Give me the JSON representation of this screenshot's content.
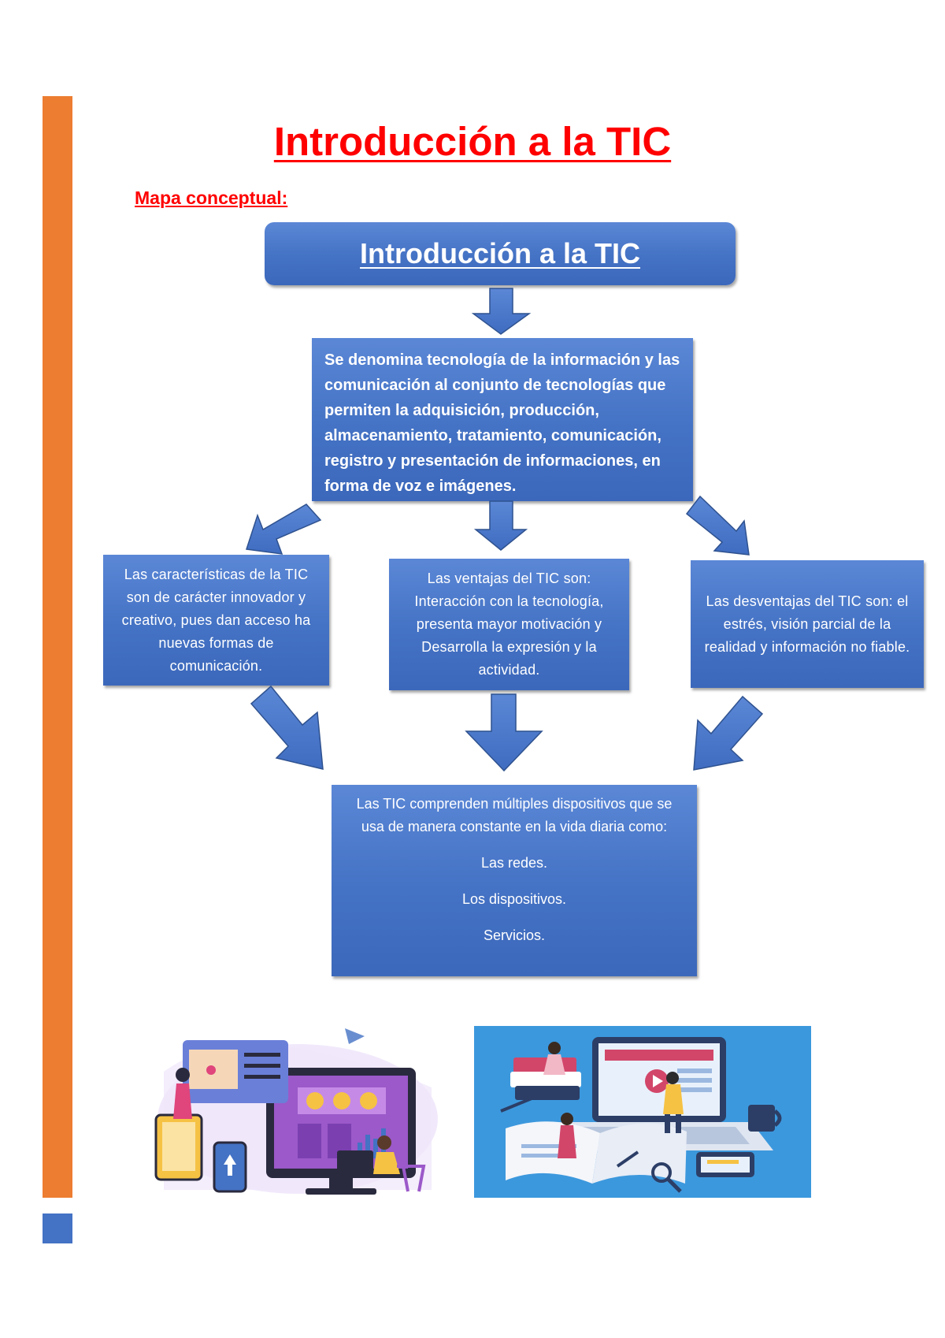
{
  "page": {
    "title": "Introducción a la TIC",
    "subtitle": "Mapa conceptual:"
  },
  "concept_map": {
    "root": "Introducción a la TIC",
    "definition": "Se denomina tecnología de la información y las comunicación al conjunto de tecnologías que permiten la adquisición, producción, almacenamiento, tratamiento, comunicación, registro y presentación de informaciones, en forma de voz e imágenes.",
    "characteristics": "Las características de la TIC son de carácter innovador y creativo, pues dan acceso ha nuevas formas de comunicación.",
    "advantages": "Las ventajas del TIC son: Interacción con la tecnología, presenta mayor motivación y Desarrolla la expresión y la actividad.",
    "disadvantages": "Las desventajas del TIC son: el estrés, visión parcial de la realidad y información no fiable.",
    "devices": {
      "intro": "Las TIC comprenden múltiples dispositivos que se usa de manera constante en la vida diaria como:",
      "items": [
        "Las redes.",
        "Los dispositivos.",
        "Servicios."
      ]
    }
  },
  "colors": {
    "accent_orange": "#ed7d31",
    "box_blue": "#4472c4",
    "title_red": "#ff0000"
  }
}
